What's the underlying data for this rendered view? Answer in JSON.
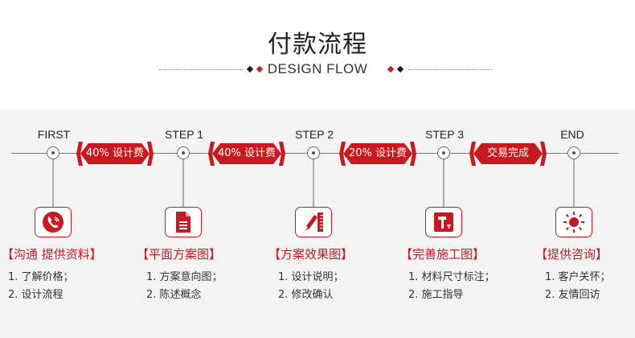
{
  "header": {
    "title": "付款流程",
    "subtitle": "DESIGN FLOW"
  },
  "colors": {
    "accent": "#c8191f",
    "panel": "#f3f3f3"
  },
  "steps": [
    {
      "label": "FIRST",
      "icon": "phone-icon",
      "title": "【沟通 提供资料】",
      "items": [
        "1. 了解价格；",
        "2. 设计流程"
      ]
    },
    {
      "label": "STEP 1",
      "icon": "document-icon",
      "title": "【平面方案图】",
      "items": [
        "1. 方案意向图；",
        "2. 陈述概念"
      ]
    },
    {
      "label": "STEP 2",
      "icon": "pencil-ruler-icon",
      "title": "【方案效果图】",
      "items": [
        "1. 设计说明；",
        "2. 修改确认"
      ]
    },
    {
      "label": "STEP 3",
      "icon": "hammer-icon",
      "title": "【完善施工图】",
      "items": [
        "1. 材料尺寸标注；",
        "2. 施工指导"
      ]
    },
    {
      "label": "END",
      "icon": "sun-icon",
      "title": "【提供咨询】",
      "items": [
        "1. 客户关怀；",
        "2. 友情回访"
      ]
    }
  ],
  "payments": [
    "40% 设计费",
    "40% 设计费",
    "20% 设计费",
    "交易完成"
  ]
}
